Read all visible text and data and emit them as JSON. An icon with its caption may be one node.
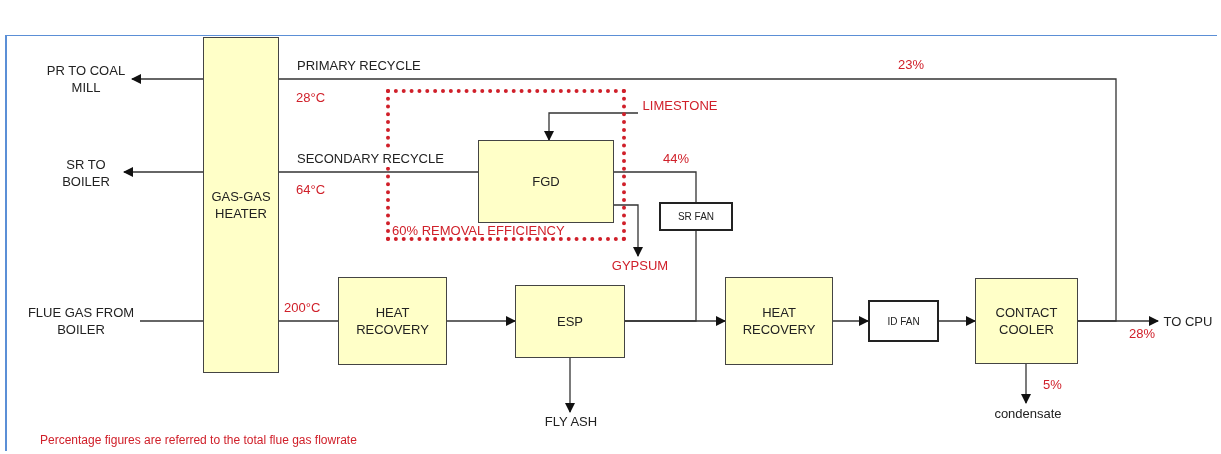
{
  "diagram": {
    "nodes": [
      {
        "text": [
          "PR TO COAL MILL"
        ]
      },
      {
        "text": [
          "SR TO BOILER"
        ]
      },
      {
        "text": [
          "FLUE GAS FROM BOILER"
        ]
      },
      {
        "text": [
          "GAS-GAS HEATER"
        ]
      },
      {
        "text": [
          "60% REMOVAL EFFICIENCY"
        ]
      },
      {
        "text": [
          "FGD"
        ],
        "in": 4
      },
      {
        "text": [
          "LIMESTONE"
        ]
      },
      {
        "text": [
          "GYPSUM"
        ]
      },
      {
        "text": [
          "SR FAN"
        ]
      },
      {
        "text": [
          "HEAT RECOVERY"
        ]
      },
      {
        "text": [
          "ESP"
        ]
      },
      {
        "text": [
          "FLY ASH"
        ]
      },
      {
        "text": [
          "HEAT RECOVERY"
        ]
      },
      {
        "text": [
          "ID FAN"
        ]
      },
      {
        "text": [
          "CONTACT COOLER"
        ]
      },
      {
        "text": [
          "TO CPU"
        ]
      },
      {
        "text": [
          "condensate"
        ]
      }
    ],
    "edges": [
      {
        "from": 3,
        "to": 0,
        "arrow": "to"
      },
      {
        "from": 3,
        "to": 1,
        "arrow": "to"
      },
      {
        "from": 2,
        "to": 3,
        "arrow": "none"
      },
      {
        "from": 3,
        "to": 9,
        "arrow": "none",
        "label": "200°C"
      },
      {
        "from": 9,
        "to": 10,
        "arrow": "to"
      },
      {
        "from": 10,
        "to": 12,
        "arrow": "to"
      },
      {
        "from": 12,
        "to": 13,
        "arrow": "to"
      },
      {
        "from": 13,
        "to": 14,
        "arrow": "to"
      },
      {
        "from": 14,
        "to": 15,
        "arrow": "to",
        "label": "28%"
      },
      {
        "from": 14,
        "to": 3,
        "arrow": "none",
        "label": "PRIMARY RECYCLE"
      },
      {
        "from": 5,
        "to": 3,
        "arrow": "none",
        "label": "SECONDARY RECYCLE"
      },
      {
        "from": 8,
        "to": 5,
        "arrow": "none",
        "label": "44%"
      },
      {
        "from": 10,
        "to": 8,
        "arrow": "none"
      },
      {
        "from": 6,
        "to": 5,
        "arrow": "to"
      },
      {
        "from": 5,
        "to": 7,
        "arrow": "to"
      },
      {
        "from": 10,
        "to": 11,
        "arrow": "to"
      },
      {
        "from": 14,
        "to": 16,
        "arrow": "to",
        "label": "5%"
      }
    ],
    "labels": [
      "28°C",
      "64°C",
      "23%",
      "Percentage figures are referred to the total flue gas flowrate"
    ]
  }
}
